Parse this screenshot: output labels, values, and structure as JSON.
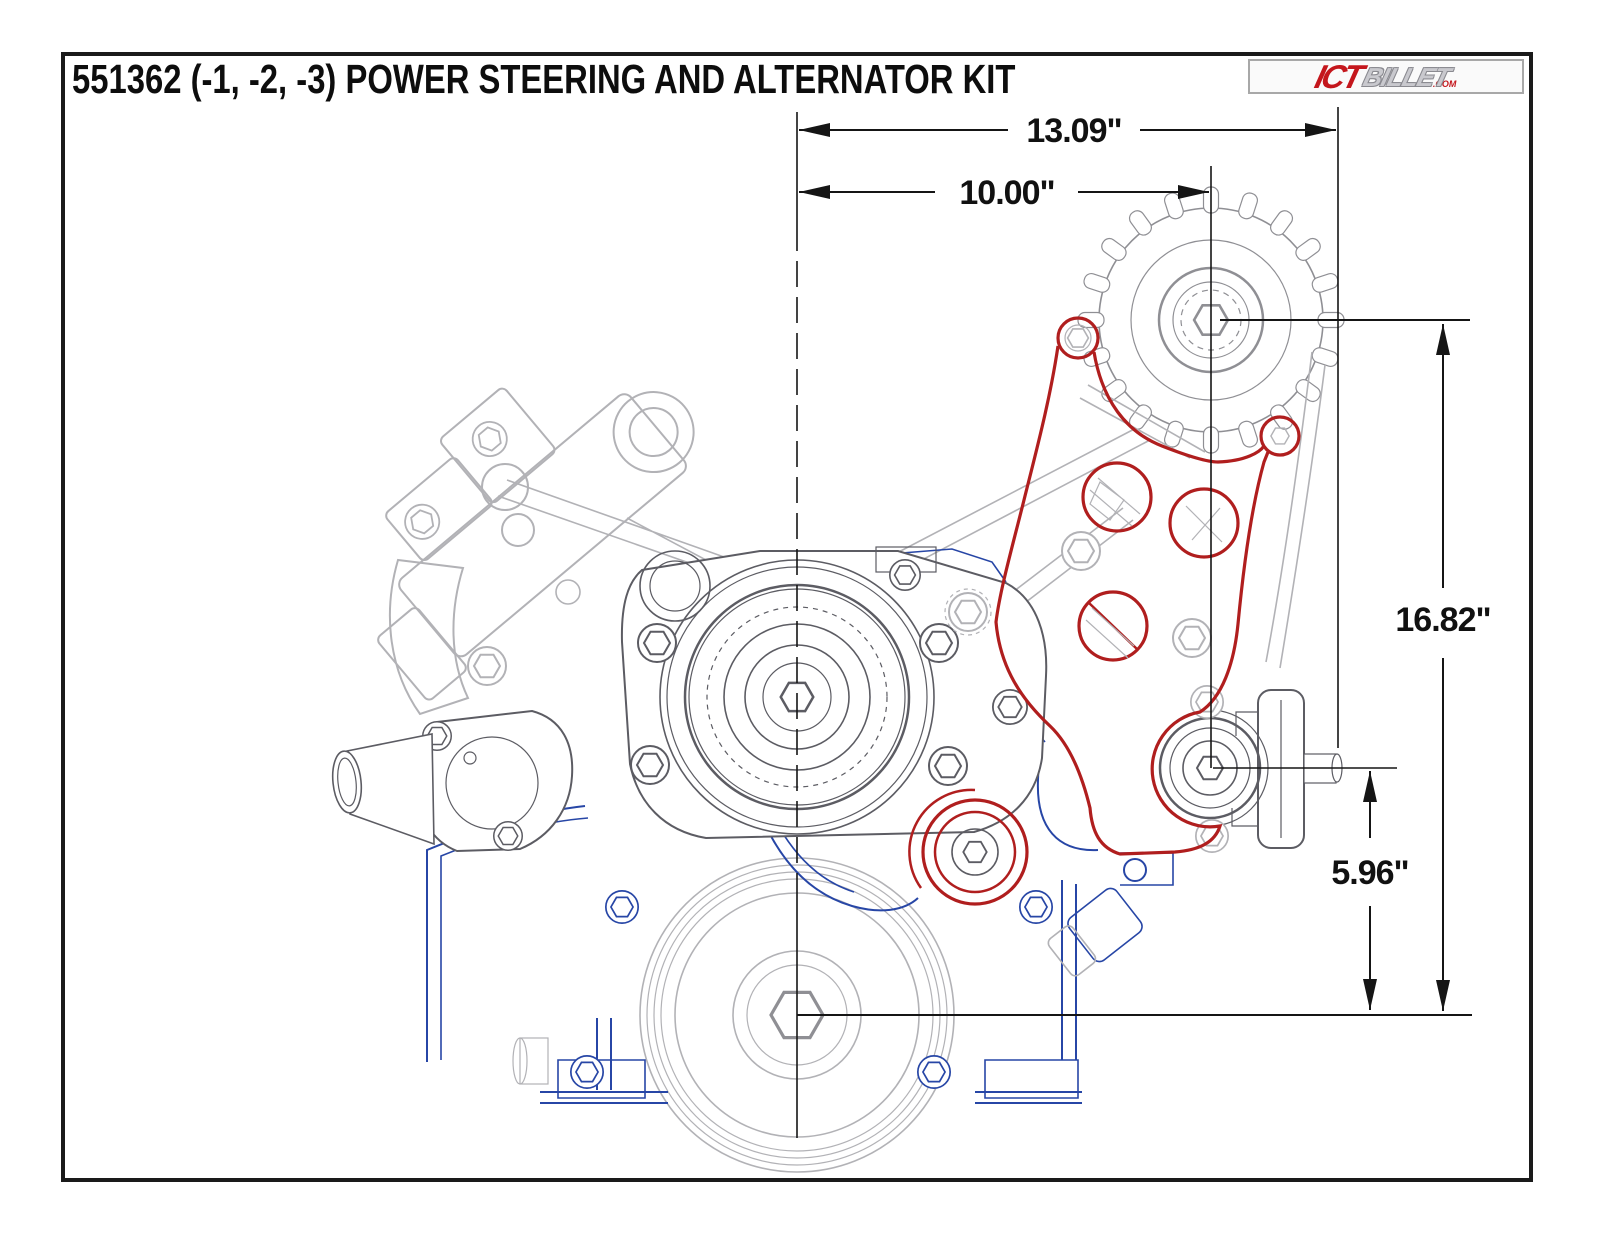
{
  "title": "551362 (-1, -2, -3) POWER STEERING AND ALTERNATOR KIT",
  "logo": {
    "ict": "ICT",
    "billet": "BILLET",
    "com": ".COM"
  },
  "dimensions": {
    "width_full": {
      "label": "13.09\"",
      "inches": 13.09
    },
    "width_alt": {
      "label": "10.00\"",
      "inches": 10.0
    },
    "height_alt": {
      "label": "16.82\"",
      "inches": 16.82
    },
    "height_tensioner": {
      "label": "5.96\"",
      "inches": 5.96
    }
  },
  "colors": {
    "bracket_highlight": "#b01e1e",
    "engine_block_blue": "#2746a6",
    "background_parts_gray": "#b2b2b6",
    "foreground_parts_gray": "#5c5c63",
    "dimension_black": "#151515",
    "logo_red": "#c4161c"
  }
}
